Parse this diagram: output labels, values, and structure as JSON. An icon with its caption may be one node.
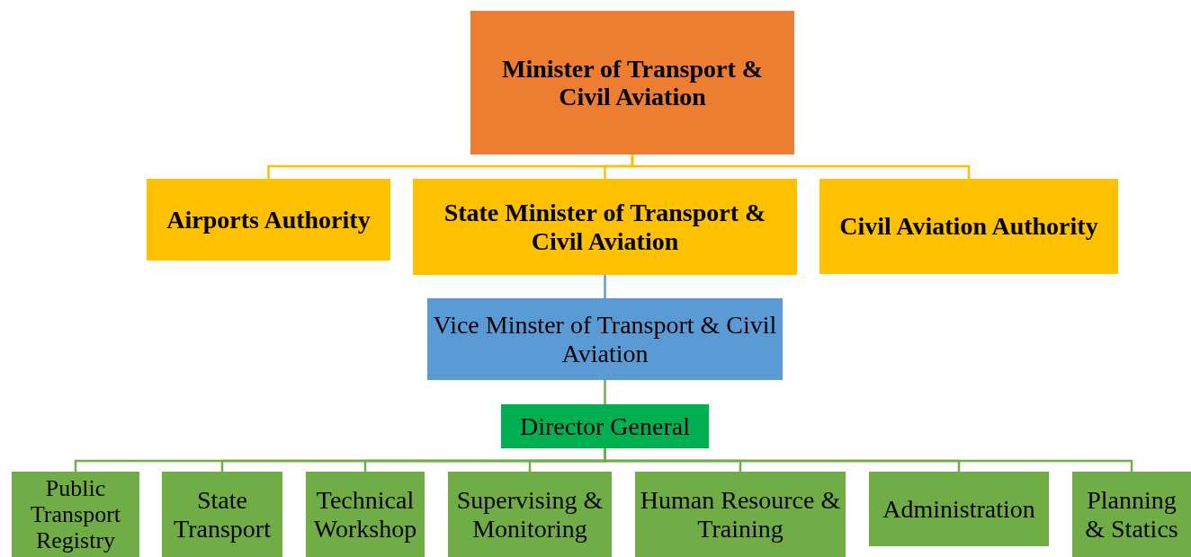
{
  "diagram": {
    "nodes": [
      {
        "text": [
          "Minister of Transport & Civil Aviation"
        ]
      },
      {
        "text": [
          "Airports Authority"
        ]
      },
      {
        "text": [
          "State Minister of Transport & Civil Aviation"
        ]
      },
      {
        "text": [
          "Civil Aviation Authority"
        ]
      },
      {
        "text": [
          "Vice Minster of Transport & Civil Aviation"
        ]
      },
      {
        "text": [
          "Director General"
        ]
      },
      {
        "text": [
          "Public Transport Registry"
        ]
      },
      {
        "text": [
          "State Transport"
        ]
      },
      {
        "text": [
          "Technical Workshop"
        ]
      },
      {
        "text": [
          "Supervising & Monitoring"
        ]
      },
      {
        "text": [
          "Human Resource & Training"
        ]
      },
      {
        "text": [
          "Administration"
        ]
      },
      {
        "text": [
          "Planning & Statics"
        ]
      }
    ],
    "edges": [
      {
        "from": 0,
        "to": 1,
        "arrow": "none",
        "color": "#ffc000"
      },
      {
        "from": 0,
        "to": 2,
        "arrow": "none",
        "color": "#ffc000"
      },
      {
        "from": 0,
        "to": 3,
        "arrow": "none",
        "color": "#ffc000"
      },
      {
        "from": 2,
        "to": 4,
        "arrow": "none",
        "color": "#5b9bd5"
      },
      {
        "from": 4,
        "to": 5,
        "arrow": "none"
      },
      {
        "from": 5,
        "to": 6,
        "arrow": "none"
      },
      {
        "from": 5,
        "to": 7,
        "arrow": "none"
      },
      {
        "from": 5,
        "to": 8,
        "arrow": "none"
      },
      {
        "from": 5,
        "to": 9,
        "arrow": "none"
      },
      {
        "from": 5,
        "to": 10,
        "arrow": "none"
      },
      {
        "from": 5,
        "to": 11,
        "arrow": "none"
      },
      {
        "from": 5,
        "to": 12,
        "arrow": "none"
      }
    ]
  }
}
